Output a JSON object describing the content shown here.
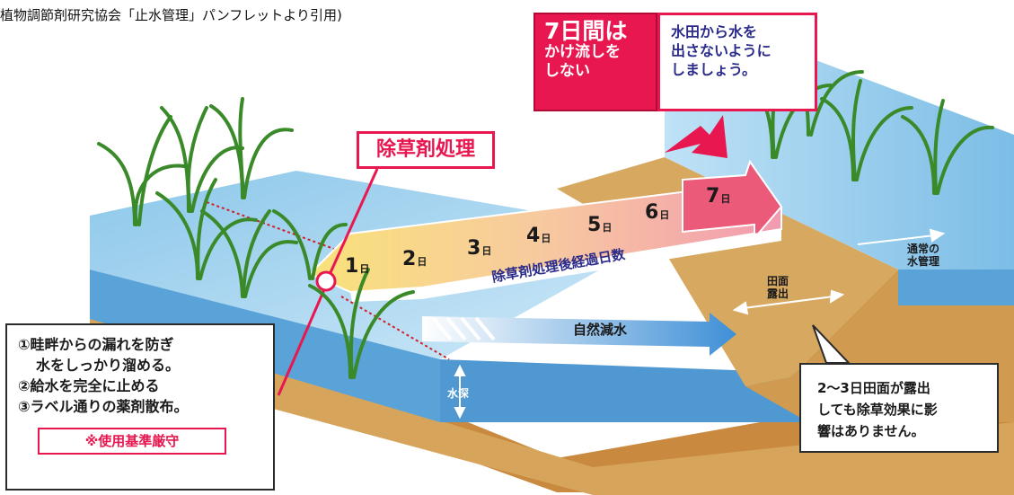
{
  "source_caption": "植物調節剤研究協会「止水管理」パンフレットより引用)",
  "no_flow_callout": {
    "big": "7日間は",
    "small": "かけ流しを\nしない"
  },
  "keep_water_callout": "水田から水を\n出さないように\nしましょう。",
  "herbicide_label": "除草剤処理",
  "days": [
    {
      "num": "1",
      "unit": "日"
    },
    {
      "num": "2",
      "unit": "日"
    },
    {
      "num": "3",
      "unit": "日"
    },
    {
      "num": "4",
      "unit": "日"
    },
    {
      "num": "5",
      "unit": "日"
    },
    {
      "num": "6",
      "unit": "日"
    },
    {
      "num": "7",
      "unit": "日"
    }
  ],
  "elapsed_label": "除草剤処理後経過日数",
  "natural_decrease_label": "自然減水",
  "water_depth_label": "水深",
  "field_exposed_label": "田面\n露出",
  "normal_management_label": "通常の\n水管理",
  "instructions": {
    "line1": "①畦畔からの漏れを防ぎ",
    "line2": "水をしっかり溜める。",
    "line3": "②給水を完全に止める",
    "line4": "③ラベル通りの薬剤散布。",
    "notice": "※使用基準厳守"
  },
  "effect_note": "2～3日田面が露出\nしても除草効果に影\n響はありません。",
  "colors": {
    "water": "#6fb3e0",
    "water_light": "#a9d6f2",
    "soil": "#d3a05a",
    "soil_dark": "#b77834",
    "accent_red": "#e8174f",
    "navy_text": "#2b2b8a",
    "rice_green": "#3a8a2a"
  }
}
